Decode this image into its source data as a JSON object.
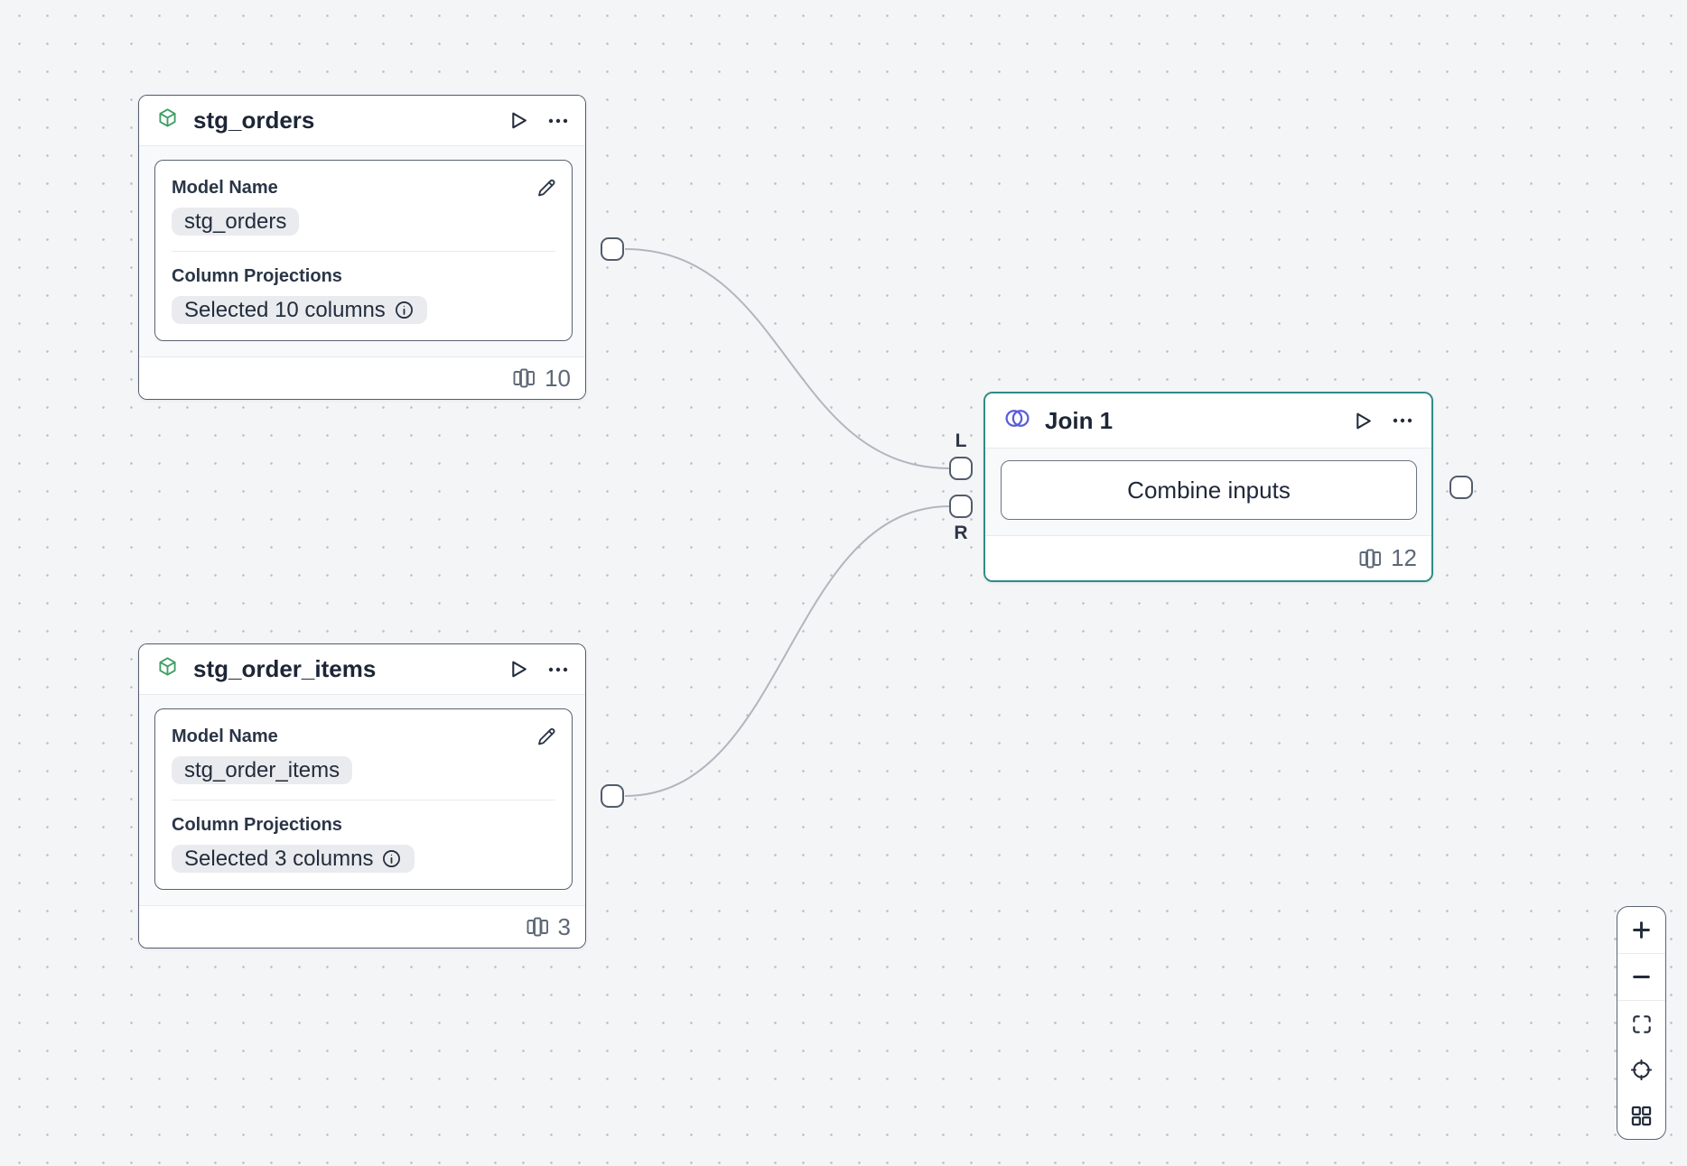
{
  "nodes": {
    "stg_orders": {
      "title": "stg_orders",
      "fields": {
        "model_name_label": "Model Name",
        "model_name_value": "stg_orders",
        "projections_label": "Column Projections",
        "projections_value": "Selected 10 columns"
      },
      "column_count": "10"
    },
    "stg_order_items": {
      "title": "stg_order_items",
      "fields": {
        "model_name_label": "Model Name",
        "model_name_value": "stg_order_items",
        "projections_label": "Column Projections",
        "projections_value": "Selected 3 columns"
      },
      "column_count": "3"
    },
    "join_1": {
      "title": "Join 1",
      "combine_button_label": "Combine inputs",
      "column_count": "12",
      "left_port_label": "L",
      "right_port_label": "R",
      "selected": true
    }
  },
  "edges": [
    {
      "from": "stg_orders",
      "to": "join_1",
      "to_port": "L"
    },
    {
      "from": "stg_order_items",
      "to": "join_1",
      "to_port": "R"
    }
  ],
  "icons": {
    "model_node_type": "cube-icon",
    "join_node_type": "join-circles-icon",
    "header_actions": [
      "play-icon",
      "ellipsis-icon"
    ],
    "model_name_edit": "pencil-icon",
    "projections_info": "info-icon",
    "footer_count": "columns-icon",
    "zoom_panel": [
      "zoom-in-icon",
      "zoom-out-icon",
      "fit-view-icon",
      "center-view-icon",
      "grid-view-icon"
    ]
  },
  "colors": {
    "selected_node_border": "#2e8c85",
    "model_icon_green": "#3f9e64",
    "join_icon_indigo": "#5a5ed8",
    "node_border": "#525c6c",
    "edge": "#b2b6bd",
    "canvas_background": "#f4f5f7"
  }
}
